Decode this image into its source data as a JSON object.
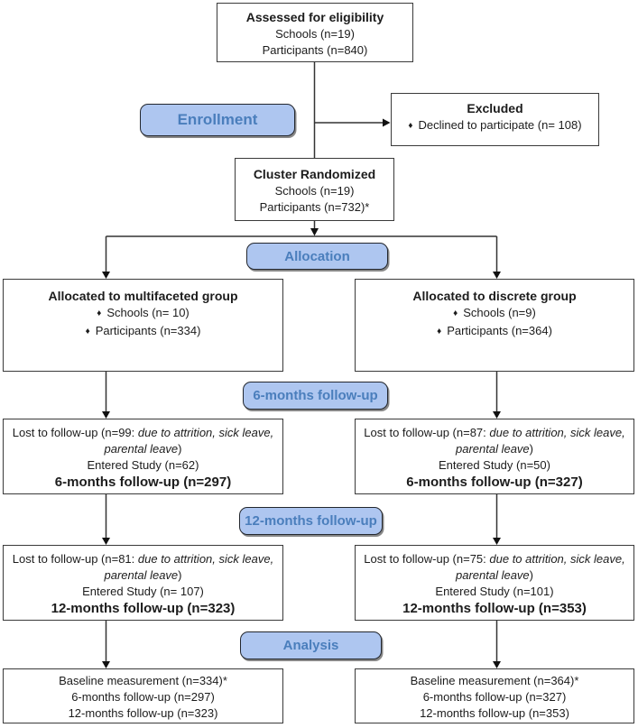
{
  "glyphs": {
    "diamond": "♦"
  },
  "colors": {
    "stage_fill": "#aec6f0",
    "stage_text": "#4a7ebc",
    "box_border": "#3a3a3a",
    "arrow": "#333333"
  },
  "stages": {
    "enrollment": "Enrollment",
    "allocation": "Allocation",
    "followup6": "6-months follow-up",
    "followup12": "12-months follow-up",
    "analysis": "Analysis"
  },
  "boxes": {
    "assessed": {
      "title": "Assessed for eligibility",
      "lines": [
        "Schools (n=19)",
        "Participants (n=840)"
      ]
    },
    "excluded": {
      "title": "Excluded",
      "line": "Declined to participate (n= 108)"
    },
    "randomized": {
      "title": "Cluster Randomized",
      "lines": [
        "Schools (n=19)",
        "Participants (n=732)*"
      ]
    },
    "alloc_left": {
      "title": "Allocated to multifaceted group",
      "lines": [
        "Schools (n= 10)",
        "Participants (n=334)"
      ]
    },
    "alloc_right": {
      "title": "Allocated to discrete group",
      "lines": [
        "Schools (n=9)",
        "Participants (n=364)"
      ]
    },
    "m6_left": {
      "lost_prefix": "Lost to follow-up (n=99: ",
      "lost_italic": "due to attrition, sick leave,",
      "lost_italic2": "parental leave",
      "lost_close": ")",
      "entered": "Entered Study (n=62)",
      "total": "6-months follow-up (n=297)"
    },
    "m6_right": {
      "lost_prefix": "Lost to follow-up (n=87: ",
      "lost_italic": "due to attrition, sick leave,",
      "lost_italic2": "parental leave",
      "lost_close": ")",
      "entered": "Entered Study (n=50)",
      "total": "6-months follow-up (n=327)"
    },
    "m12_left": {
      "lost_prefix": "Lost to follow-up (n=81: ",
      "lost_italic": "due to attrition, sick leave,",
      "lost_italic2": "parental leave",
      "lost_close": ")",
      "entered": "Entered Study (n= 107)",
      "total": "12-months follow-up (n=323)"
    },
    "m12_right": {
      "lost_prefix": "Lost to follow-up (n=75: ",
      "lost_italic": "due to attrition, sick leave,",
      "lost_italic2": "parental leave",
      "lost_close": ")",
      "entered": "Entered Study (n=101)",
      "total": "12-months follow-up (n=353)"
    },
    "base_left": {
      "lines": [
        "Baseline measurement (n=334)*",
        "6-months follow-up (n=297)",
        "12-months follow-up (n=323)"
      ]
    },
    "base_right": {
      "lines": [
        "Baseline measurement (n=364)*",
        "6-months follow-up (n=327)",
        "12-months follow-up (n=353)"
      ]
    }
  }
}
